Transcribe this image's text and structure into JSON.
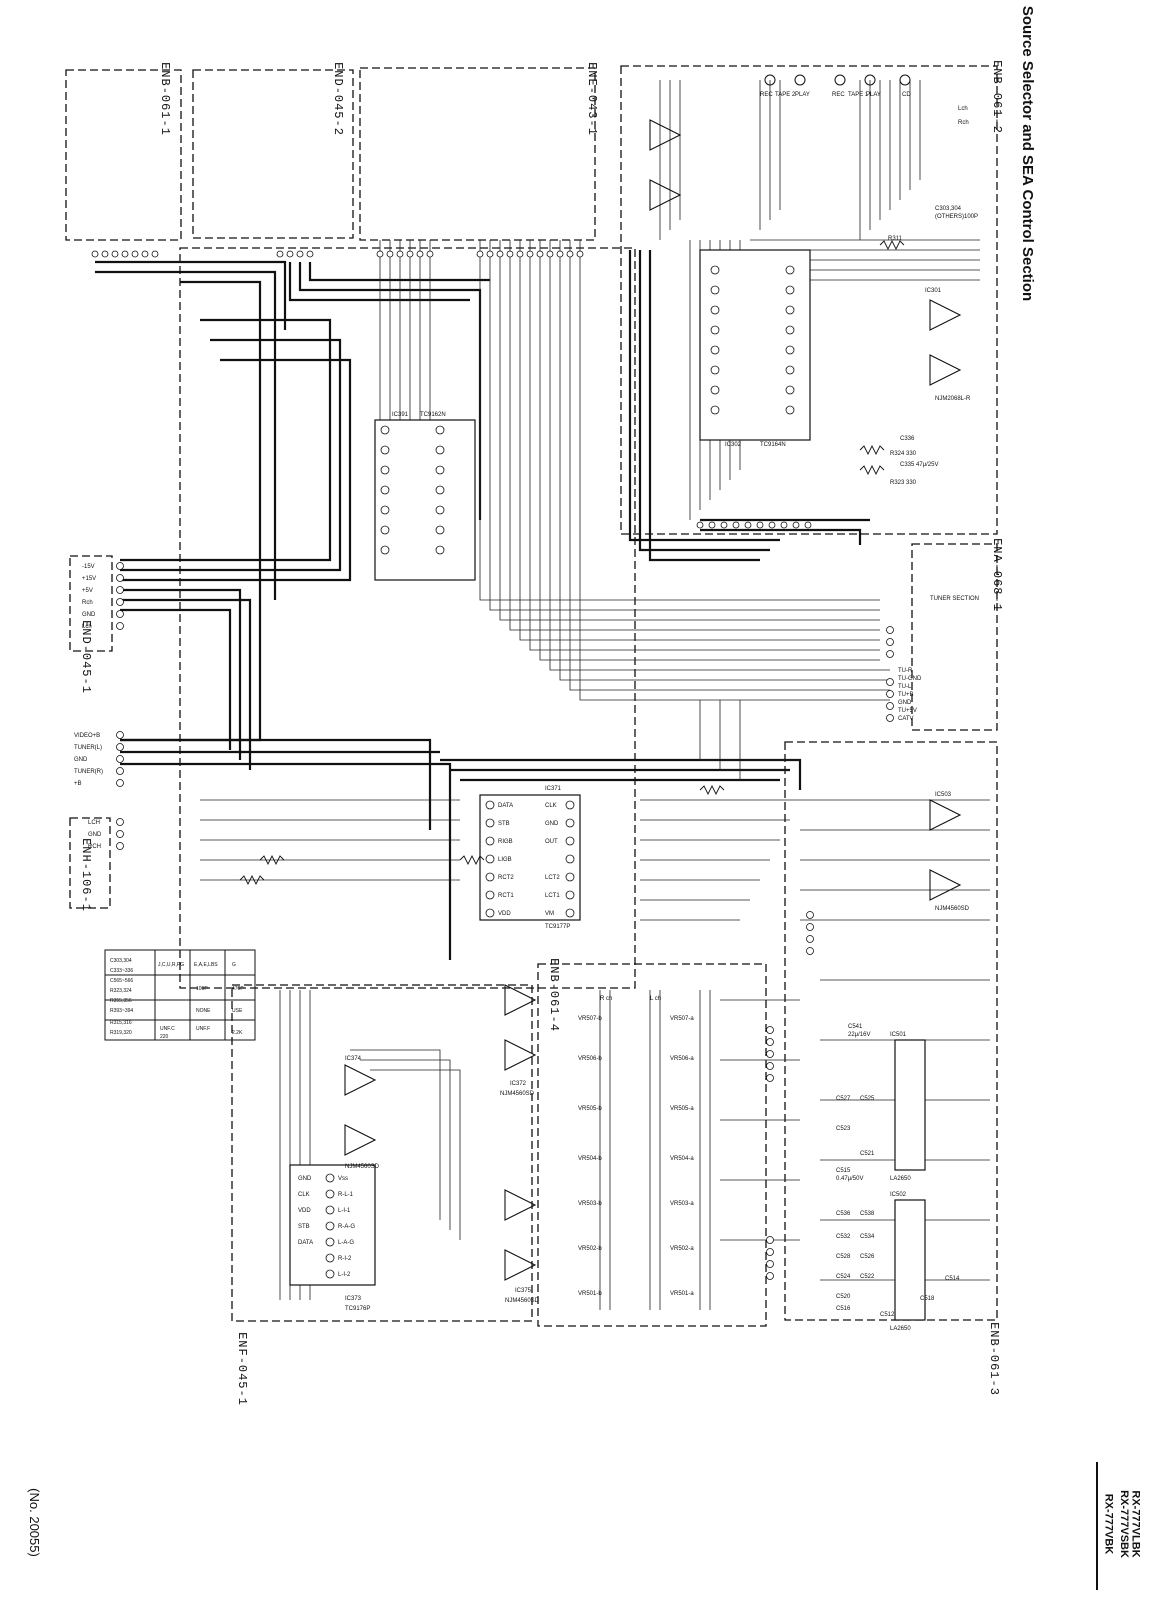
{
  "page": {
    "title": "Source Selector and SEA Control Section",
    "page_number": "(No. 20055)",
    "models": [
      "RX-777VBK",
      "RX-777VSBK",
      "RX-777VLBK"
    ]
  },
  "blocks": [
    {
      "id": "ENB-061-1",
      "label": "ENB-061-1"
    },
    {
      "id": "END-045-2",
      "label": "END-045-2"
    },
    {
      "id": "ENE-043-1",
      "label": "ENE-043-1"
    },
    {
      "id": "ENB-061-2",
      "label": "ENB-061-2"
    },
    {
      "id": "ENA-068-1",
      "label": "ENA-068-1"
    },
    {
      "id": "END-045-1",
      "label": "END-045-1"
    },
    {
      "id": "ENH-106-1",
      "label": "ENH-106-1"
    },
    {
      "id": "ENB-061-4",
      "label": "ENB-061-4"
    },
    {
      "id": "ENF-045-1",
      "label": "ENF-045-1"
    },
    {
      "id": "ENB-061-3",
      "label": "ENB-061-3"
    }
  ],
  "ics": [
    {
      "ref": "IC391",
      "part": "TC9162N"
    },
    {
      "ref": "IC301",
      "part": "NJM2068L-R"
    },
    {
      "ref": "IC302",
      "part": "TC9164N"
    },
    {
      "ref": "IC371",
      "part": "TC9177P"
    },
    {
      "ref": "IC372",
      "part": "NJM4560SD"
    },
    {
      "ref": "IC374",
      "part": "NJM4560SD"
    },
    {
      "ref": "IC373",
      "part": "TC9176P"
    },
    {
      "ref": "IC375",
      "part": "NJM4560SD"
    },
    {
      "ref": "IC503",
      "part": "NJM4560SD"
    },
    {
      "ref": "IC501",
      "part": "LA2650"
    },
    {
      "ref": "IC502",
      "part": "LA2650"
    }
  ],
  "tuner": {
    "title": "TUNER SECTION",
    "pins": [
      "TU-R",
      "TU-GND",
      "TU-L",
      "TU+B",
      "GND",
      "TU+5V",
      "CATV"
    ]
  },
  "power_connector": {
    "pins": [
      "-15V",
      "+15V",
      "+5V",
      "Rch",
      "GND",
      "Lch"
    ]
  },
  "video_connector": {
    "pins": [
      "VIDEO+B",
      "TUNER(L)",
      "GND",
      "TUNER(R)",
      "+B"
    ]
  },
  "lgr_connector": {
    "pins": [
      "LCH",
      "GND",
      "RCH"
    ]
  },
  "jacks": {
    "labels": [
      "REC",
      "TAPE 2",
      "PLAY",
      "REC",
      "TAPE 1",
      "PLAY",
      "CD",
      "Lch",
      "Rch"
    ]
  },
  "vr_labels": [
    "VR507-a",
    "VR506-a",
    "VR505-a",
    "VR504-a",
    "VR503-a",
    "VR502-a",
    "VR501-a",
    "VR507-b",
    "VR506-b",
    "VR505-b",
    "VR504-b",
    "VR503-b",
    "VR502-b",
    "VR501-b"
  ],
  "ch_labels": {
    "r": "R ch",
    "l": "L ch"
  },
  "ic373_pins": [
    "Vss",
    "R-L-1",
    "L-I-1",
    "R-A-G",
    "L-A-G",
    "R-I-2",
    "L-I-2",
    "GND",
    "CLK",
    "VDD",
    "STB",
    "DATA"
  ],
  "ic371_pins": [
    "DATA",
    "STB",
    "CLK",
    "GND",
    "OUT",
    "RIGB",
    "LIGB",
    "RCT2",
    "RCT1",
    "VDD",
    "LCT2",
    "LCT1",
    "VM"
  ],
  "cap_labels": [
    "C541",
    "22μ/16V",
    "C515",
    "0.47μ/50V",
    "C527",
    "C525",
    "C523",
    "C521",
    "C536",
    "C538",
    "C532",
    "C534",
    "C528",
    "C526",
    "C524",
    "C522",
    "C520",
    "C516",
    "C512",
    "C514",
    "C518"
  ],
  "misc_labels": [
    "R323 330",
    "R324 330",
    "C336",
    "C335 47μ/25V",
    "R311",
    "C303,304",
    "(OTHERS)100P"
  ],
  "variant_table": {
    "headers": [
      "",
      "G",
      "E,A,E,LBS",
      "J,C,U,R,PG"
    ],
    "rows": [
      [
        "C303,304",
        "470P",
        "100P",
        ""
      ],
      [
        "C333~336",
        "USE",
        "NONE",
        ""
      ],
      [
        "C565~566",
        "",
        "",
        ""
      ],
      [
        "R323,324",
        "",
        "",
        ""
      ],
      [
        "R355,356",
        "",
        "",
        ""
      ],
      [
        "R393~394",
        "",
        "UNF.F",
        "UNF.C"
      ],
      [
        "R315,316",
        "2.2K",
        "",
        "220"
      ],
      [
        "R319,320",
        "",
        "",
        ""
      ]
    ]
  }
}
